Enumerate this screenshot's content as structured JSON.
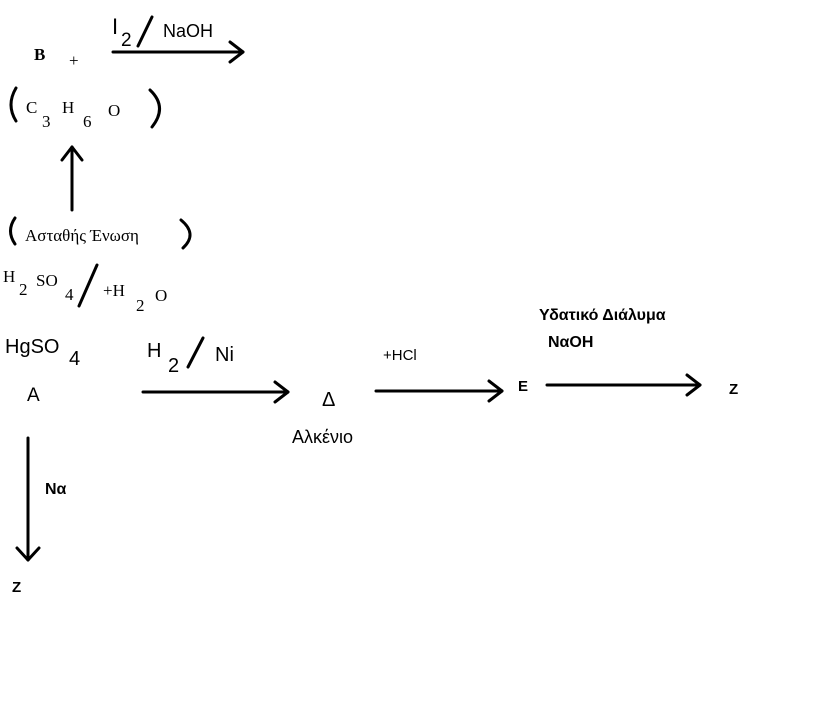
{
  "reaction_top": {
    "compound_b": "B",
    "plus": "+",
    "reagent_i": "I",
    "reagent_i_sub": "2",
    "reagent_naoh": "NaOH"
  },
  "formula_c3h6o": {
    "c": "C",
    "c_sub": "3",
    "h": "H",
    "h_sub": "6",
    "o": "O"
  },
  "unstable_compound": {
    "label": "Ασταθής Ένωση"
  },
  "hydration_reagents": {
    "h": "H",
    "h_sub": "2",
    "so": "SO",
    "so_sub": "4",
    "plus_h": "+H",
    "plus_h_sub": "2",
    "o": "O"
  },
  "catalyst": {
    "hgso": "HgSO",
    "hgso_sub": "4"
  },
  "compound_a": "A",
  "hydrogenation": {
    "h": "H",
    "h_sub": "2",
    "ni": "Ni"
  },
  "compound_d": "Δ",
  "alkene_label": "Αλκένιο",
  "hcl_reagent": "+HCl",
  "compound_e": "E",
  "aqueous_solution": {
    "line1": "Υδατικό Διάλυμα",
    "line2": "NαOH"
  },
  "compound_z_right": "Z",
  "sodium_reagent": "Nα",
  "compound_z_bottom": "Z"
}
